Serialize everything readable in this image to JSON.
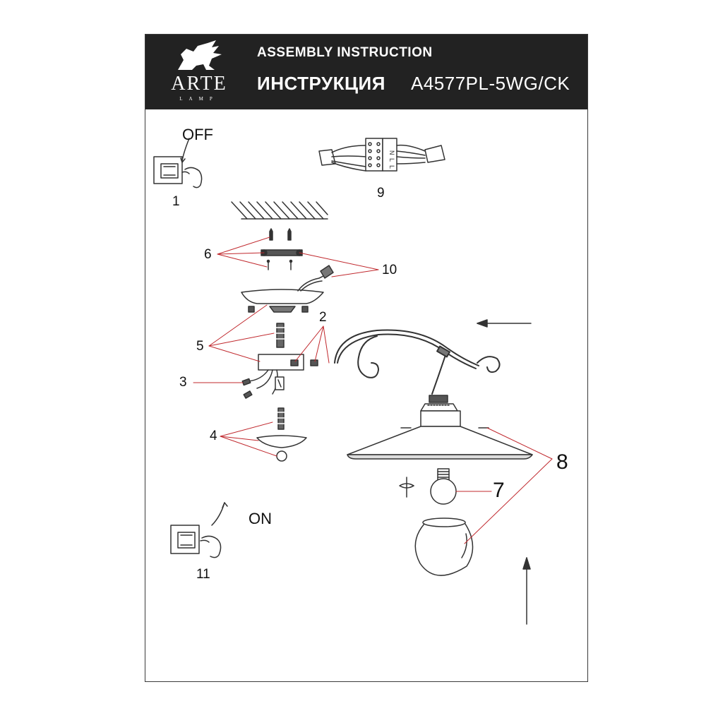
{
  "header": {
    "brand": "ARTE",
    "brand_sub": "LAMP",
    "title_en": "ASSEMBLY INSTRUCTION",
    "title_ru": "ИНСТРУКЦИЯ",
    "model": "A4577PL-5WG/CK"
  },
  "switch_off": {
    "label": "OFF",
    "step": "1"
  },
  "switch_on": {
    "label": "ON",
    "step": "11"
  },
  "steps": {
    "s2": "2",
    "s3": "3",
    "s4": "4",
    "s5": "5",
    "s6": "6",
    "s7": "7",
    "s8": "8",
    "s9": "9",
    "s10": "10"
  },
  "terminal_letters": [
    "N",
    "L",
    "L"
  ],
  "colors": {
    "header_bg": "#222222",
    "leader": "#c0282d",
    "line": "#333333"
  }
}
